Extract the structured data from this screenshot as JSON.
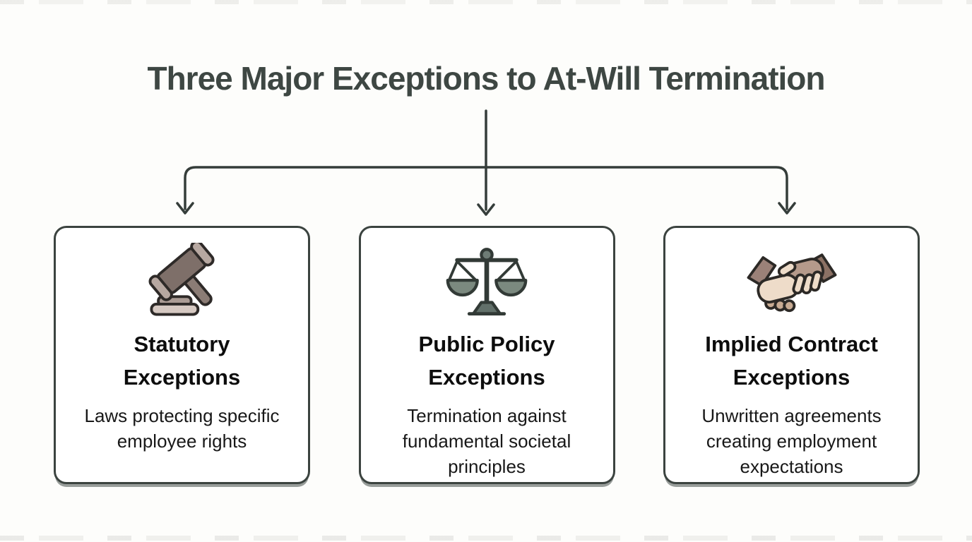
{
  "title": "Three Major Exceptions to At-Will Termination",
  "colors": {
    "page-bg": "#fdfdfb",
    "title": "#3e4743",
    "line": "#353d3a",
    "card-border": "#3b433f",
    "card-bg": "#ffffff",
    "heading": "#0d0d0d",
    "body": "#181818"
  },
  "cards": [
    {
      "icon": "gavel-icon",
      "heading": "Statutory Exceptions",
      "description": "Laws protecting specific employee rights"
    },
    {
      "icon": "scales-icon",
      "heading": "Public Policy Exceptions",
      "description": "Termination against fundamental societal principles"
    },
    {
      "icon": "handshake-icon",
      "heading": "Implied Contract Exceptions",
      "description": "Unwritten agreements creating employment expectations"
    }
  ]
}
